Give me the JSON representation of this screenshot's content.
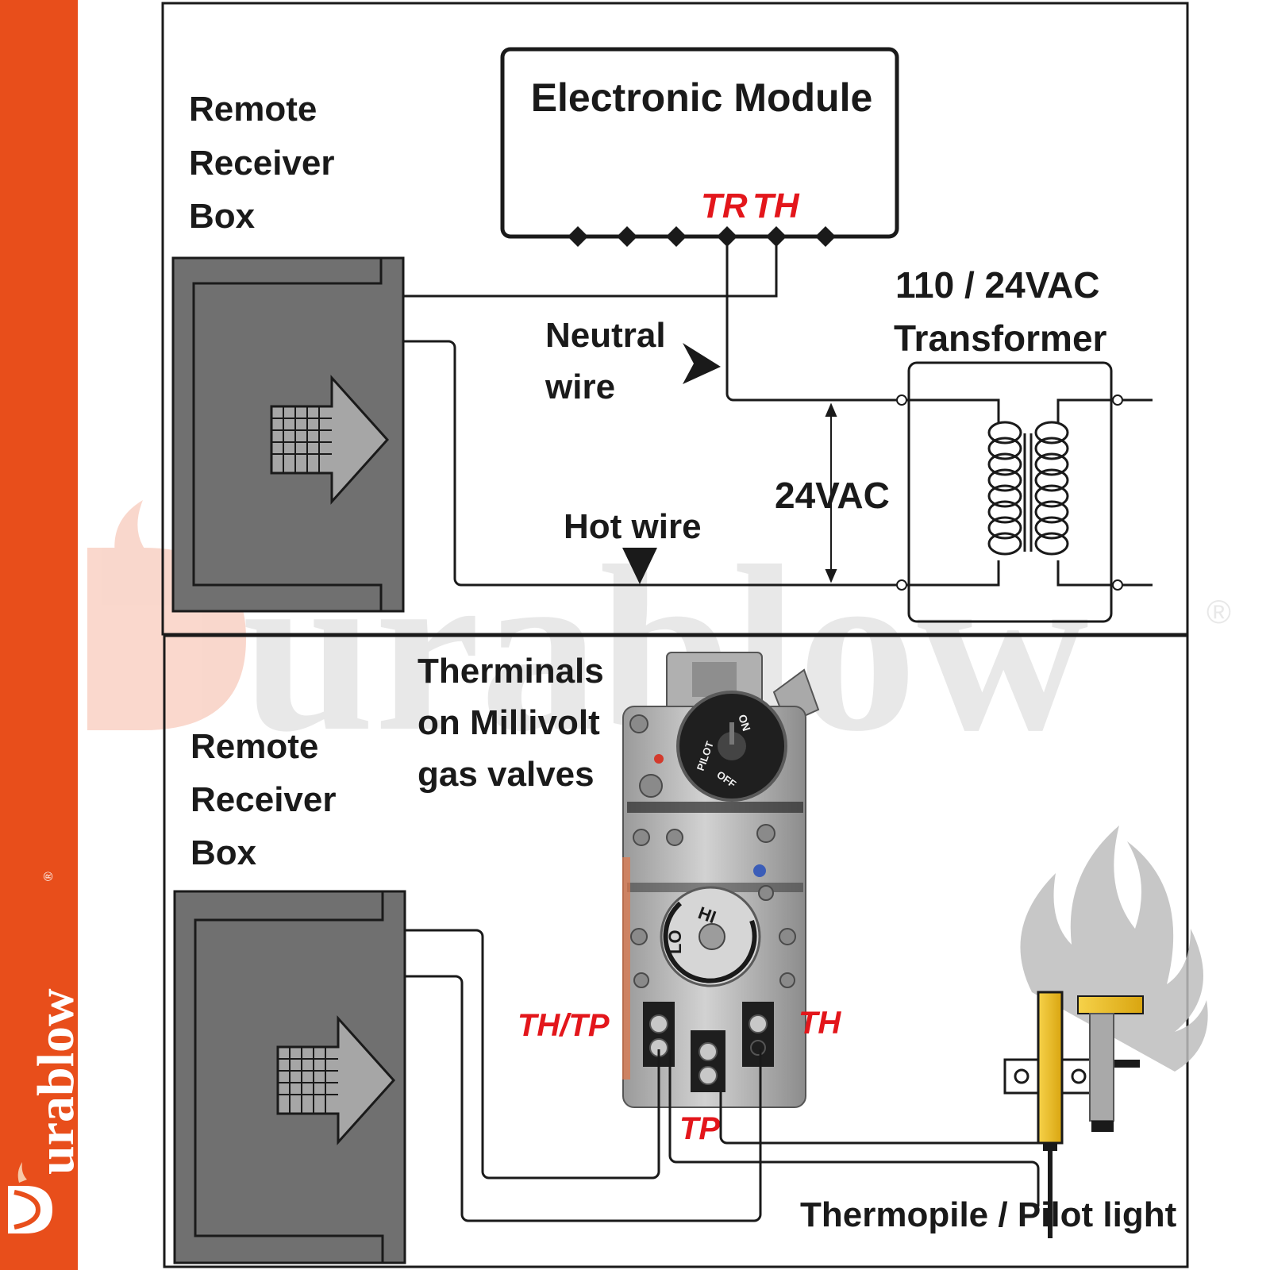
{
  "brand": {
    "name": "urablow",
    "mark": "®",
    "watermark": "urablow",
    "accent_color": "#e84e1b"
  },
  "top_panel": {
    "module_title": "Electronic Module",
    "terminal_tr": "TR",
    "terminal_th": "TH",
    "receiver_line1": "Remote",
    "receiver_line2": "Receiver",
    "receiver_line3": "Box",
    "neutral_line1": "Neutral",
    "neutral_line2": "wire",
    "hot_wire": "Hot wire",
    "voltage": "24VAC",
    "transformer_line1": "110 / 24VAC",
    "transformer_line2": "Transformer"
  },
  "bottom_panel": {
    "receiver_line1": "Remote",
    "receiver_line2": "Receiver",
    "receiver_line3": "Box",
    "valve_title_line1": "Therminals",
    "valve_title_line2": "on Millivolt",
    "valve_title_line3": "gas valves",
    "terminal_thtp": "TH/TP",
    "terminal_th": "TH",
    "terminal_tp": "TP",
    "knob_top_on": "ON",
    "knob_top_pilot": "PILOT",
    "knob_top_off": "OFF",
    "knob_hi": "HI",
    "knob_lo": "LO",
    "thermopile_label": "Thermopile / Pilot light"
  },
  "colors": {
    "wire": "#1a1a1a",
    "terminal_label": "#e3161b",
    "receiver_box": "#707070",
    "valve_body": "#b4b4b4",
    "pilot_yellow": "#f2c320"
  }
}
